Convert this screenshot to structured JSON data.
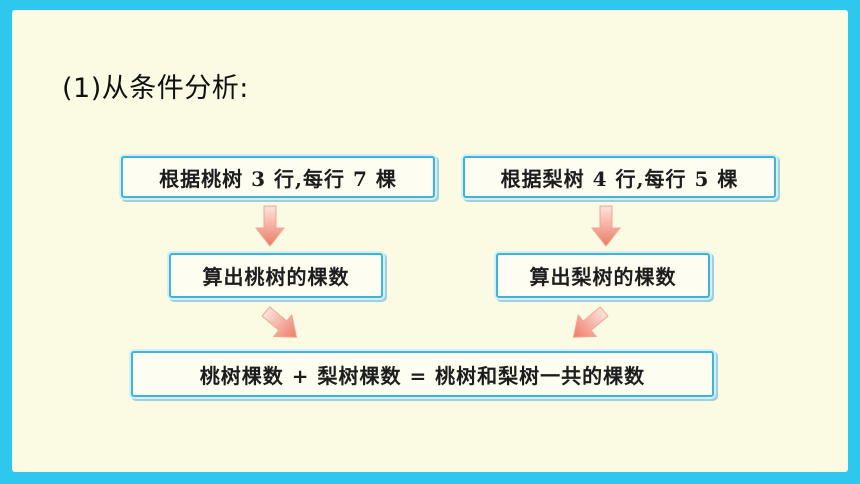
{
  "heading": "(1)从条件分析:",
  "boxes": {
    "peach_condition": "根据桃树 3 行,每行 7 棵",
    "pear_condition": "根据梨树 4 行,每行 5 棵",
    "peach_count": "算出桃树的棵数",
    "pear_count": "算出梨树的棵数",
    "total": "桃树棵数 + 梨树棵数 = 桃树和梨树一共的棵数"
  },
  "colors": {
    "frame": "#2ec8ee",
    "paper": "#fbfbe4",
    "box_border": "#3bb5d8",
    "arrow": "#f08472"
  }
}
